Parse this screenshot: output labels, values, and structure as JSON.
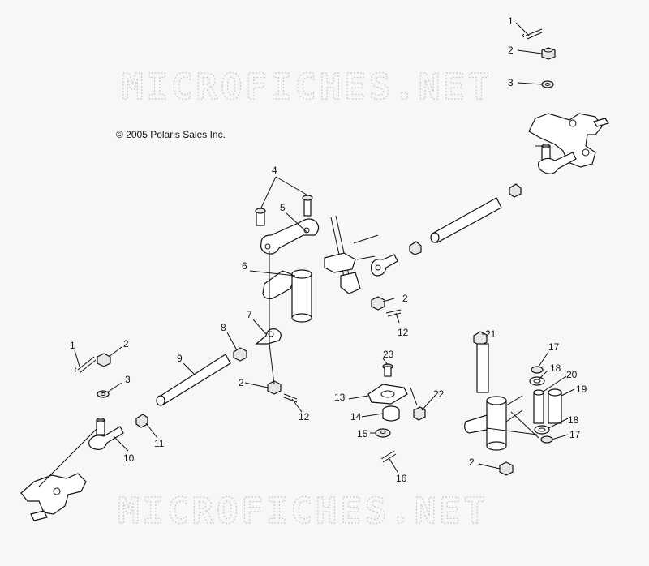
{
  "copyright": "© 2005 Polaris Sales Inc.",
  "watermark": "MICROFICHES.NET",
  "callouts": [
    {
      "id": "c1a",
      "text": "1"
    },
    {
      "id": "c2a",
      "text": "2"
    },
    {
      "id": "c3a",
      "text": "3"
    },
    {
      "id": "c4",
      "text": "4"
    },
    {
      "id": "c5",
      "text": "5"
    },
    {
      "id": "c6",
      "text": "6"
    },
    {
      "id": "c7",
      "text": "7"
    },
    {
      "id": "c8",
      "text": "8"
    },
    {
      "id": "c9",
      "text": "9"
    },
    {
      "id": "c1b",
      "text": "1"
    },
    {
      "id": "c2b",
      "text": "2"
    },
    {
      "id": "c3b",
      "text": "3"
    },
    {
      "id": "c2c",
      "text": "2"
    },
    {
      "id": "c12a",
      "text": "12"
    },
    {
      "id": "c2d",
      "text": "2"
    },
    {
      "id": "c12b",
      "text": "12"
    },
    {
      "id": "c10",
      "text": "10"
    },
    {
      "id": "c11",
      "text": "11"
    },
    {
      "id": "c13",
      "text": "13"
    },
    {
      "id": "c14",
      "text": "14"
    },
    {
      "id": "c15",
      "text": "15"
    },
    {
      "id": "c16",
      "text": "16"
    },
    {
      "id": "c22",
      "text": "22"
    },
    {
      "id": "c23",
      "text": "23"
    },
    {
      "id": "c21",
      "text": "21"
    },
    {
      "id": "c17a",
      "text": "17"
    },
    {
      "id": "c18a",
      "text": "18"
    },
    {
      "id": "c20",
      "text": "20"
    },
    {
      "id": "c19",
      "text": "19"
    },
    {
      "id": "c18b",
      "text": "18"
    },
    {
      "id": "c17b",
      "text": "17"
    },
    {
      "id": "c2e",
      "text": "2"
    }
  ]
}
